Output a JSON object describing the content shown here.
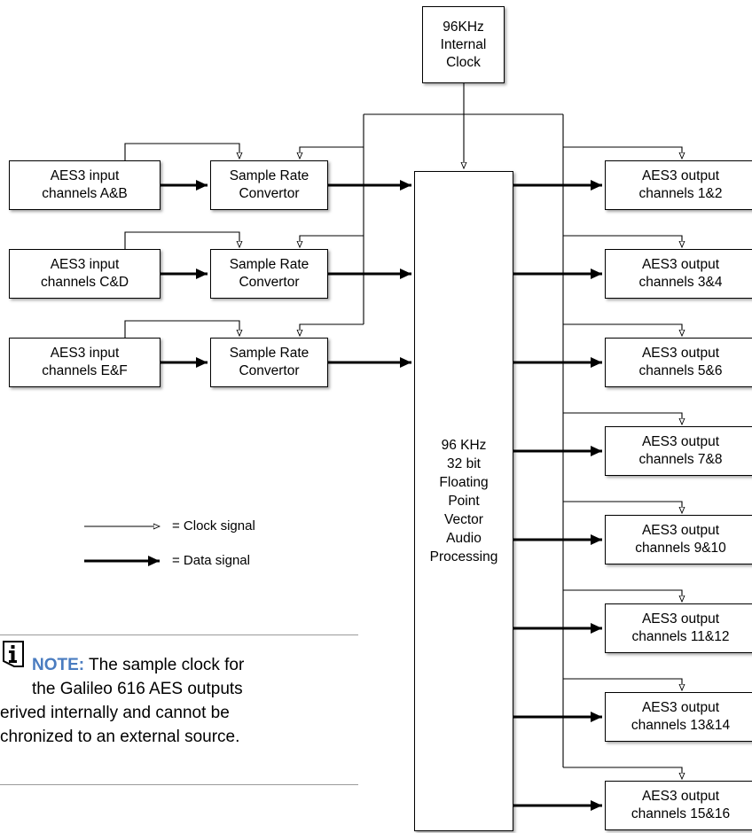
{
  "clock_box": [
    "96KHz",
    "Internal",
    "Clock"
  ],
  "processor_box": [
    "96 KHz",
    "32 bit",
    "Floating",
    "Point",
    "Vector",
    "Audio",
    "Processing"
  ],
  "inputs": [
    {
      "lines": [
        "AES3 input",
        "channels A&B"
      ],
      "src": [
        "Sample Rate",
        "Convertor"
      ]
    },
    {
      "lines": [
        "AES3 input",
        "channels C&D"
      ],
      "src": [
        "Sample Rate",
        "Convertor"
      ]
    },
    {
      "lines": [
        "AES3 input",
        "channels E&F"
      ],
      "src": [
        "Sample Rate",
        "Convertor"
      ]
    }
  ],
  "outputs": [
    [
      "AES3 output",
      "channels 1&2"
    ],
    [
      "AES3 output",
      "channels 3&4"
    ],
    [
      "AES3 output",
      "channels 5&6"
    ],
    [
      "AES3 output",
      "channels 7&8"
    ],
    [
      "AES3 output",
      "channels 9&10"
    ],
    [
      "AES3 output",
      "channels 11&12"
    ],
    [
      "AES3 output",
      "channels 13&14"
    ],
    [
      "AES3 output",
      "channels 15&16"
    ]
  ],
  "legend": {
    "clock": "= Clock signal",
    "data": "= Data signal"
  },
  "note": {
    "label": "NOTE:",
    "line1": " The sample clock for",
    "line2": "the Galileo 616 AES outputs",
    "line3": "erived internally and cannot be",
    "line4": "chronized to an external source."
  }
}
